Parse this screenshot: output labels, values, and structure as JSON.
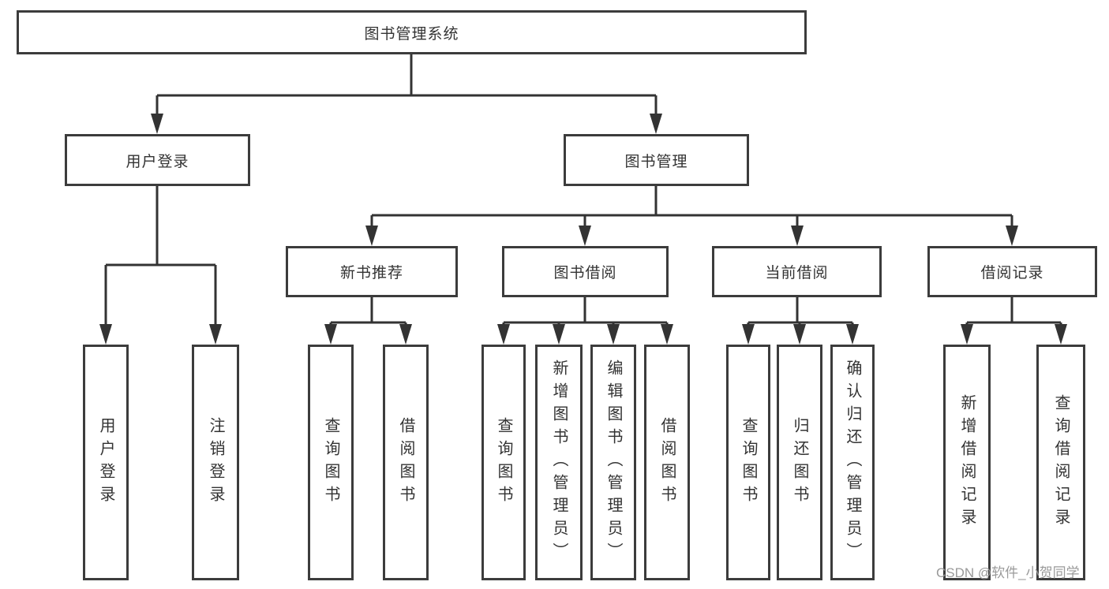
{
  "diagram": {
    "root": "图书管理系统",
    "level2": [
      "用户登录",
      "图书管理"
    ],
    "level3": [
      "新书推荐",
      "图书借阅",
      "当前借阅",
      "借阅记录"
    ],
    "leaves": [
      "用户登录",
      "注销登录",
      "查询图书",
      "借阅图书",
      "查询图书",
      "新增图书（管理员）",
      "编辑图书（管理员）",
      "借阅图书",
      "查询图书",
      "归还图书",
      "确认归还（管理员）",
      "新增借阅记录",
      "查询借阅记录"
    ]
  },
  "watermark": "CSDN @软件_小贺同学",
  "colors": {
    "line": "#333333",
    "border": "#3c3c3c",
    "text": "#333333",
    "watermark": "#9a9a9a",
    "background": "#ffffff"
  }
}
